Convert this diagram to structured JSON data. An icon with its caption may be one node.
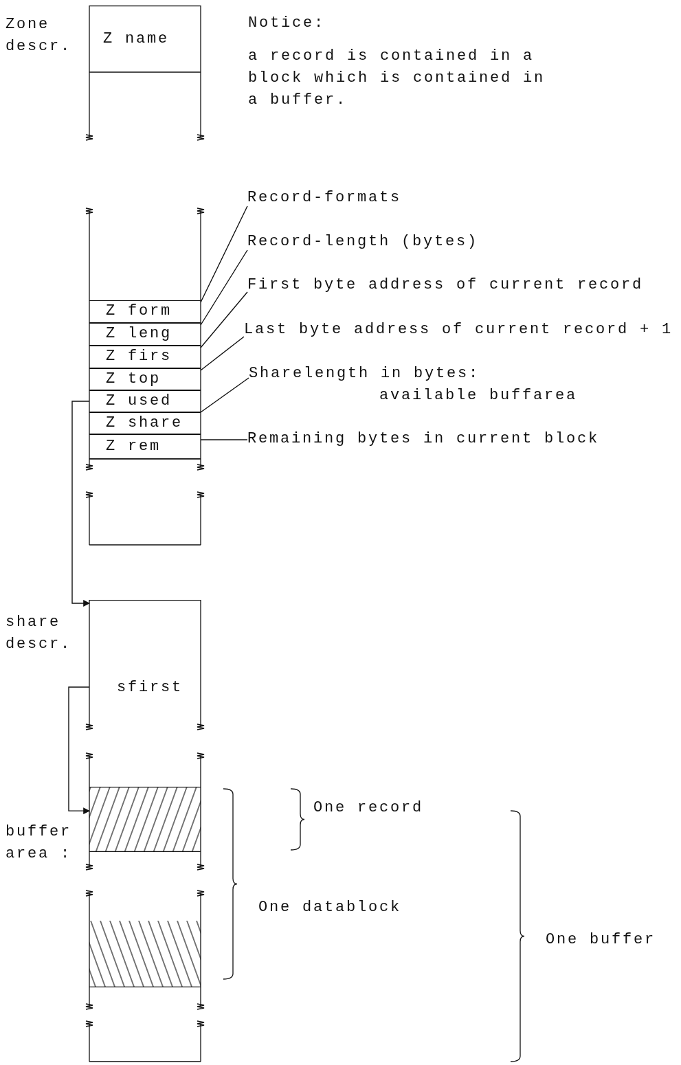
{
  "diagram": {
    "nodes": [
      {
        "text": [
          "Z name"
        ],
        "beside": [
          "Zone descr."
        ]
      },
      {
        "text": [],
        "shape": "box"
      },
      {
        "text": [
          "Z form"
        ],
        "in": 1
      },
      {
        "text": [
          "Z leng"
        ],
        "in": 1
      },
      {
        "text": [
          "Z firs"
        ],
        "in": 1
      },
      {
        "text": [
          "Z top"
        ],
        "in": 1
      },
      {
        "text": [
          "Z used"
        ],
        "in": 1
      },
      {
        "text": [
          "Z share"
        ],
        "in": 1
      },
      {
        "text": [
          "Z rem"
        ],
        "in": 1
      },
      {
        "text": [
          "Record-formats"
        ]
      },
      {
        "text": [
          "Record-length (bytes)"
        ]
      },
      {
        "text": [
          "First byte address of current record"
        ]
      },
      {
        "text": [
          "Last byte address of current record + 1"
        ]
      },
      {
        "text": [
          "Sharelength in bytes: available buffarea"
        ]
      },
      {
        "text": [
          "Remaining bytes in current block"
        ]
      },
      {
        "text": [],
        "shape": "box",
        "beside": [
          "share descr."
        ]
      },
      {
        "text": [
          "sfirst"
        ],
        "in": 15
      },
      {
        "text": [],
        "shape": "box",
        "beside": [
          "buffer area :"
        ]
      },
      {
        "text": [],
        "shape": "box",
        "in": 17
      },
      {
        "text": [],
        "shape": "box",
        "in": 17
      }
    ],
    "edges": [
      {
        "from": 9,
        "to": 2,
        "arrow": "none"
      },
      {
        "from": 10,
        "to": 3,
        "arrow": "none"
      },
      {
        "from": 11,
        "to": 4,
        "arrow": "none"
      },
      {
        "from": 12,
        "to": 5,
        "arrow": "none"
      },
      {
        "from": 13,
        "to": 7,
        "arrow": "none"
      },
      {
        "from": 14,
        "to": 8,
        "arrow": "none"
      },
      {
        "from": 6,
        "to": 15,
        "arrow": "to"
      },
      {
        "from": 16,
        "to": 18,
        "arrow": "to"
      }
    ],
    "labels": [
      "Notice:",
      "a record is contained in a block which is contained in a buffer.",
      "One record",
      "One datablock",
      "One buffer"
    ]
  }
}
